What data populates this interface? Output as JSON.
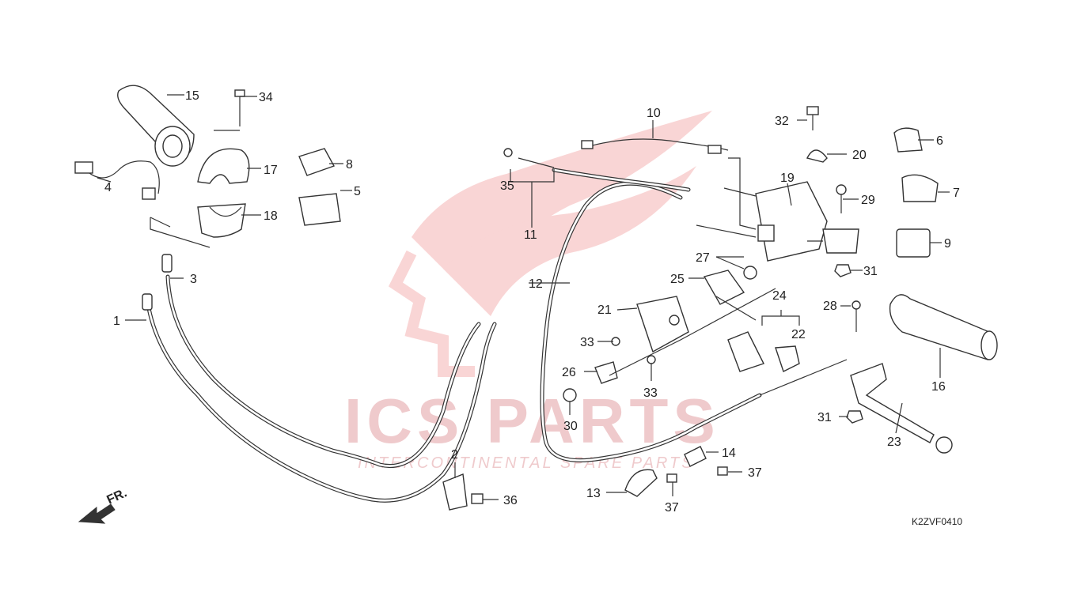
{
  "watermark": {
    "title": "ICS PARTS",
    "subtitle": "INTERCONTINENTAL SPARE PARTS",
    "color": "#e2a0a4"
  },
  "diagram_code": "K2ZVF0410",
  "direction_label": "FR.",
  "parts": {
    "p1": "1",
    "p2": "2",
    "p3": "3",
    "p4": "4",
    "p5": "5",
    "p6": "6",
    "p7": "7",
    "p8": "8",
    "p9": "9",
    "p10": "10",
    "p11": "11",
    "p12": "12",
    "p13": "13",
    "p14": "14",
    "p15": "15",
    "p16": "16",
    "p17": "17",
    "p18": "18",
    "p19": "19",
    "p20": "20",
    "p21": "21",
    "p22": "22",
    "p23": "23",
    "p24": "24",
    "p25": "25",
    "p26": "26",
    "p27": "27",
    "p28": "28",
    "p29": "29",
    "p30": "30",
    "p31a": "31",
    "p31b": "31",
    "p32": "32",
    "p33a": "33",
    "p33b": "33",
    "p34": "34",
    "p35": "35",
    "p36": "36",
    "p37a": "37",
    "p37b": "37"
  }
}
